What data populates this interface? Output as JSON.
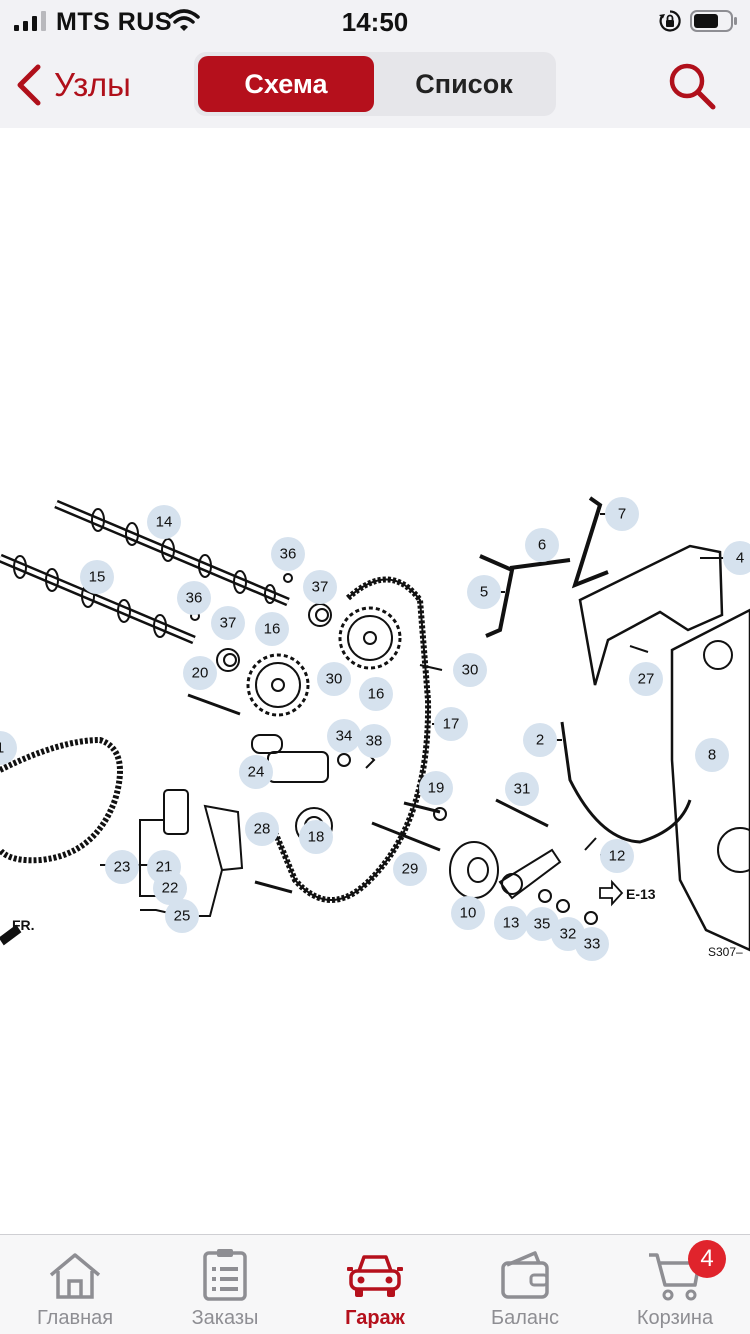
{
  "status": {
    "carrier": "MTS RUS",
    "time": "14:50"
  },
  "nav": {
    "back_label": "Узлы",
    "segments": [
      {
        "label": "Схема",
        "active": true
      },
      {
        "label": "Список",
        "active": false
      }
    ]
  },
  "diagram": {
    "callouts": [
      "1",
      "2",
      "4",
      "5",
      "6",
      "7",
      "8",
      "10",
      "12",
      "13",
      "14",
      "15",
      "16",
      "16",
      "17",
      "18",
      "19",
      "20",
      "21",
      "22",
      "23",
      "24",
      "25",
      "27",
      "28",
      "29",
      "30",
      "30",
      "31",
      "32",
      "33",
      "34",
      "35",
      "36",
      "36",
      "37",
      "37",
      "38"
    ],
    "arrow_ref": "E-13",
    "front_marker": "FR.",
    "code": "S307–"
  },
  "tabs": [
    {
      "label": "Главная",
      "icon": "home-icon"
    },
    {
      "label": "Заказы",
      "icon": "orders-list-icon"
    },
    {
      "label": "Гараж",
      "icon": "car-icon",
      "active": true
    },
    {
      "label": "Баланс",
      "icon": "wallet-icon"
    },
    {
      "label": "Корзина",
      "icon": "cart-icon"
    }
  ],
  "cart_badge": "4",
  "colors": {
    "accent": "#b5101c",
    "callout_fill": "#d6e2ee",
    "inactive_tab": "#8e8e93"
  }
}
